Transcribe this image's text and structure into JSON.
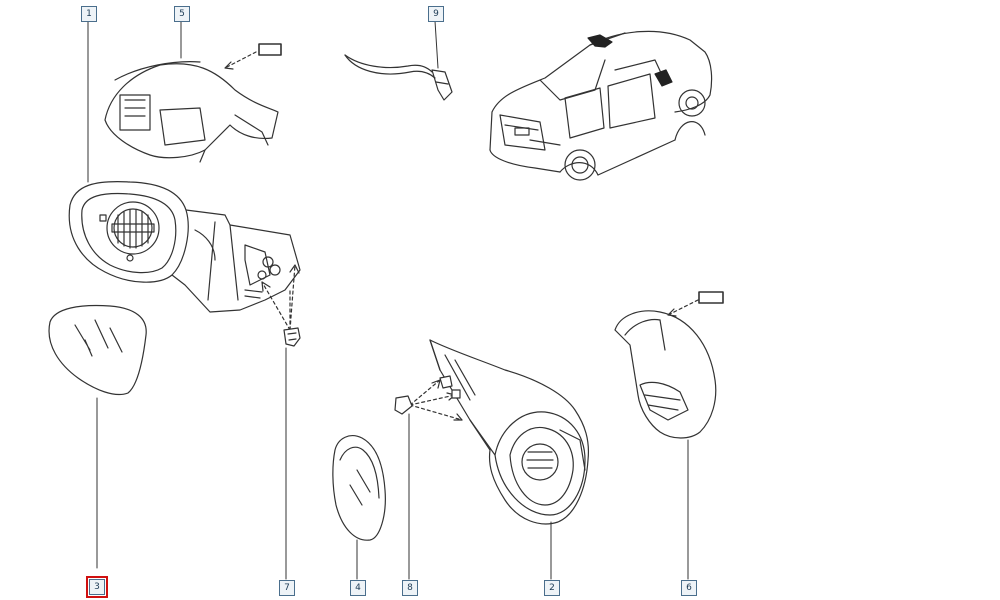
{
  "diagram": {
    "selected_callout": "3",
    "highlight_color": "#d01010",
    "line_color": "#333333",
    "callouts": [
      "1",
      "2",
      "3",
      "4",
      "5",
      "6",
      "7",
      "8",
      "9"
    ]
  }
}
